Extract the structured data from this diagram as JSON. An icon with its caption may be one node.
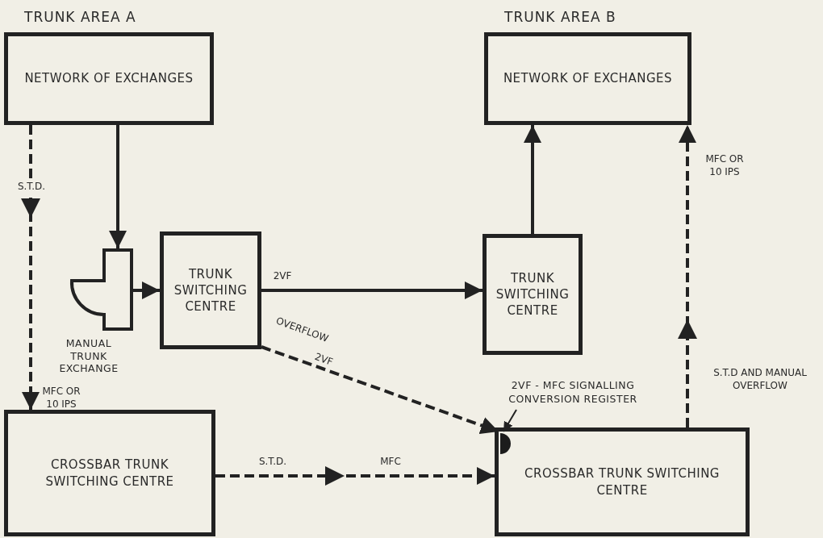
{
  "diagram": {
    "nodes": [
      {
        "text": [
          "NETWORK OF EXCHANGES"
        ]
      },
      {
        "text": [
          "NETWORK OF EXCHANGES"
        ]
      },
      {
        "text": [
          "MANUAL TRUNK EXCHANGE"
        ]
      },
      {
        "text": [
          "TRUNK SWITCHING CENTRE"
        ]
      },
      {
        "text": [
          "TRUNK SWITCHING CENTRE"
        ]
      },
      {
        "text": [
          "CROSSBAR TRUNK SWITCHING CENTRE"
        ]
      },
      {
        "text": [
          "CROSSBAR TRUNK SWITCHING CENTRE"
        ]
      },
      {
        "text": [],
        "shape": "circle",
        "in": 6
      },
      {
        "text": [
          "2VF - MFC SIGNALLING CONVERSION REGISTER"
        ]
      }
    ],
    "edges": [
      {
        "from": 0,
        "to": 2,
        "arrow": "to"
      },
      {
        "from": 0,
        "to": 5,
        "arrow": "to",
        "label": "S.T.D.",
        "style": "dashed"
      },
      {
        "from": 2,
        "to": 3,
        "arrow": "to"
      },
      {
        "from": 3,
        "to": 4,
        "arrow": "to",
        "label": "2VF"
      },
      {
        "from": 3,
        "to": 7,
        "arrow": "to",
        "label": "OVERFLOW",
        "style": "dashed"
      },
      {
        "from": 4,
        "to": 1,
        "arrow": "to"
      },
      {
        "from": 5,
        "to": 6,
        "arrow": "to",
        "label": "S.T.D.",
        "style": "dashed"
      },
      {
        "from": 6,
        "to": 1,
        "arrow": "to",
        "label": "S.T.D AND MANUAL OVERFLOW",
        "style": "dashed"
      },
      {
        "from": 8,
        "to": 7,
        "arrow": "to"
      }
    ],
    "labels": [
      "TRUNK AREA A",
      "TRUNK AREA B",
      "MFC OR 10 IPS",
      "2VF",
      "MFC",
      "MFC OR 10 IPS"
    ]
  }
}
